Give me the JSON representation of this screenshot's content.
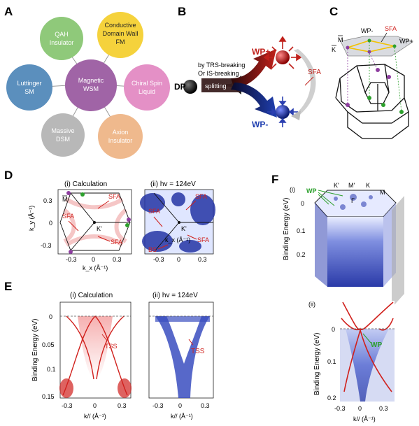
{
  "panels": {
    "A": "A",
    "B": "B",
    "C": "C",
    "D": "D",
    "E": "E",
    "F": "F"
  },
  "panel_a": {
    "center": [
      "Magnetic",
      "WSM"
    ],
    "bubbles": [
      {
        "lines": [
          "QAH",
          "Insulator"
        ],
        "color": "#8fc97a"
      },
      {
        "lines": [
          "Conductive",
          "Domain Wall",
          "FM"
        ],
        "color": "#f5d23c"
      },
      {
        "lines": [
          "Chiral Spin",
          "Liquid"
        ],
        "color": "#e490c6"
      },
      {
        "lines": [
          "Axion",
          "Insulator"
        ],
        "color": "#efb98d"
      },
      {
        "lines": [
          "Massive",
          "DSM"
        ],
        "color": "#b8b8b8"
      },
      {
        "lines": [
          "Luttinger",
          "SM"
        ],
        "color": "#5b8fbd"
      }
    ]
  },
  "panel_b": {
    "dp": "DP",
    "splitting": "splitting",
    "mech_1": "by TRS-breaking",
    "mech_2": "Or IS-breaking",
    "wp_plus": "WP+",
    "wp_minus": "WP-",
    "sfa": "SFA"
  },
  "panel_c": {
    "sfa": "SFA",
    "wp_minus": "WP-",
    "wp_plus": "WP+",
    "kbar": "K",
    "mbar": "M"
  },
  "panel_d": {
    "i_title": "(i)  Calculation",
    "ii_title": "(ii)  hv = 124eV",
    "ylabel": "k_y (Å⁻¹)",
    "xlabel": "k_x (Å⁻¹)",
    "yticks": [
      "0.3",
      "0",
      "-0.3"
    ],
    "xticks": [
      "-0.3",
      "0",
      "0.3"
    ],
    "labels_i": {
      "sfa1": "SFA",
      "sfa2": "SFA",
      "sfa3": "SFA",
      "mbar": "M",
      "kprime": "K'"
    },
    "labels_ii": {
      "sfa1": "SFA",
      "sfa2": "SFA",
      "sfa3": "SFA",
      "kprime": "K'",
      "bs": "BS"
    }
  },
  "panel_e": {
    "i_title": "(i) Calculation",
    "ii_title": "(ii)  hv = 124eV",
    "ylabel": "Binding Energy (eV)",
    "yticks": [
      "0",
      "0.05",
      "0.1",
      "0.15"
    ],
    "xticks": [
      "-0.3",
      "0",
      "0.3"
    ],
    "xlabel": "k// (Å⁻¹)",
    "tss": "TSS"
  },
  "panel_f": {
    "i": "(i)",
    "ii": "(ii)",
    "top_labels": [
      "K'",
      "M'",
      "K",
      "M"
    ],
    "gamma": "Γ",
    "wp": "WP",
    "ylabel_i": "Binding Energy (eV)",
    "yticks_i": [
      "0",
      "0.1",
      "0.2"
    ],
    "ylabel_ii": "Binding Energy (eV)",
    "yticks_ii": [
      "0",
      "0.1",
      "0.2"
    ],
    "xticks_ii": [
      "-0.3",
      "0",
      "0.3"
    ],
    "xlabel_ii": "k// (Å⁻¹)"
  }
}
